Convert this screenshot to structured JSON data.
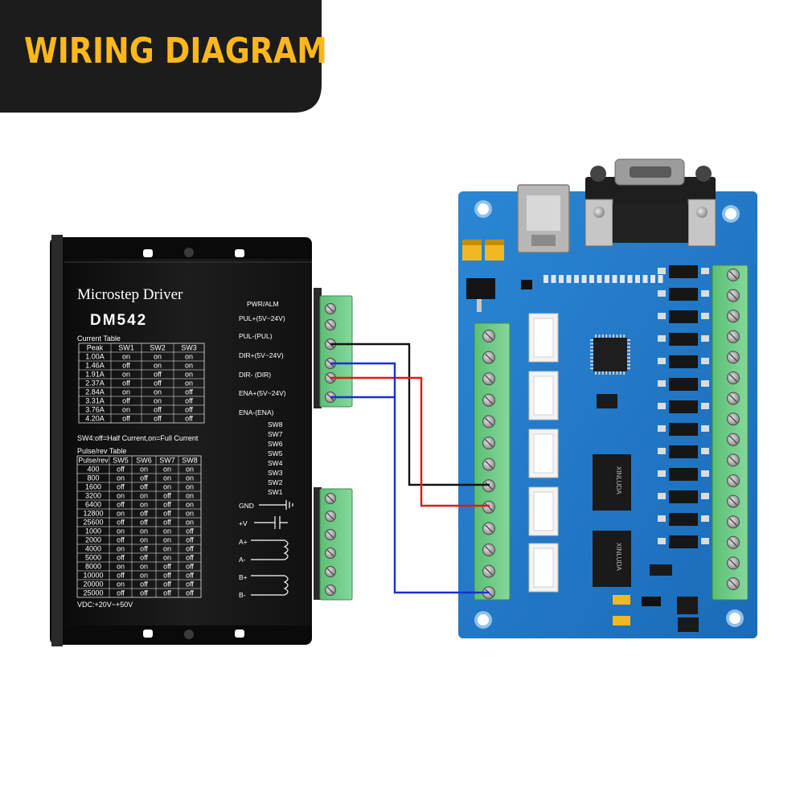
{
  "banner": {
    "title": "WIRING DIAGRAM",
    "bg_color": "#1c1c1c",
    "text_color": "#ffb81c"
  },
  "driver": {
    "brand": "Microstep Driver",
    "model": "DM542",
    "signal_labels": [
      "PWR/ALM",
      "PUL+(5V~24V)",
      "PUL-(PUL)",
      "DIR+(5V~24V)",
      "DIR- (DIR)",
      "ENA+(5V~24V)",
      "ENA-(ENA)"
    ],
    "switch_labels": [
      "SW8",
      "SW7",
      "SW6",
      "SW5",
      "SW4",
      "SW3",
      "SW2",
      "SW1"
    ],
    "power_labels": [
      "GND",
      "+V",
      "A+",
      "A-",
      "B+",
      "B-"
    ],
    "current_table": {
      "title": "Current Table",
      "headers": [
        "Peak",
        "SW1",
        "SW2",
        "SW3"
      ],
      "rows": [
        [
          "1.00A",
          "on",
          "on",
          "on"
        ],
        [
          "1.46A",
          "off",
          "on",
          "on"
        ],
        [
          "1.91A",
          "on",
          "off",
          "on"
        ],
        [
          "2.37A",
          "off",
          "off",
          "on"
        ],
        [
          "2.84A",
          "on",
          "on",
          "off"
        ],
        [
          "3.31A",
          "off",
          "on",
          "off"
        ],
        [
          "3.76A",
          "on",
          "off",
          "off"
        ],
        [
          "4.20A",
          "off",
          "off",
          "off"
        ]
      ]
    },
    "sw4_note": "SW4:off=Half Current,on=Full Current",
    "pulse_table": {
      "title": "Pulse/rev Table",
      "headers": [
        "Pulse/rev",
        "SW5",
        "SW6",
        "SW7",
        "SW8"
      ],
      "rows": [
        [
          "400",
          "off",
          "on",
          "on",
          "on"
        ],
        [
          "800",
          "on",
          "off",
          "on",
          "on"
        ],
        [
          "1600",
          "off",
          "off",
          "on",
          "on"
        ],
        [
          "3200",
          "on",
          "on",
          "off",
          "on"
        ],
        [
          "6400",
          "off",
          "on",
          "off",
          "on"
        ],
        [
          "12800",
          "on",
          "off",
          "off",
          "on"
        ],
        [
          "25600",
          "off",
          "off",
          "off",
          "on"
        ],
        [
          "1000",
          "on",
          "on",
          "on",
          "off"
        ],
        [
          "2000",
          "off",
          "on",
          "on",
          "off"
        ],
        [
          "4000",
          "on",
          "off",
          "on",
          "off"
        ],
        [
          "5000",
          "off",
          "off",
          "on",
          "off"
        ],
        [
          "8000",
          "on",
          "on",
          "off",
          "off"
        ],
        [
          "10000",
          "off",
          "on",
          "off",
          "off"
        ],
        [
          "20000",
          "on",
          "off",
          "off",
          "off"
        ],
        [
          "25000",
          "off",
          "off",
          "off",
          "off"
        ]
      ]
    },
    "vdc_note": "VDC:+20V~+50V"
  },
  "board": {
    "chip_labels": [
      "XINLUDA",
      "XINLUDA"
    ],
    "color": "#1e78c8"
  },
  "wires": {
    "black": "#111111",
    "red": "#e01818",
    "blue": "#1a2fd0"
  }
}
